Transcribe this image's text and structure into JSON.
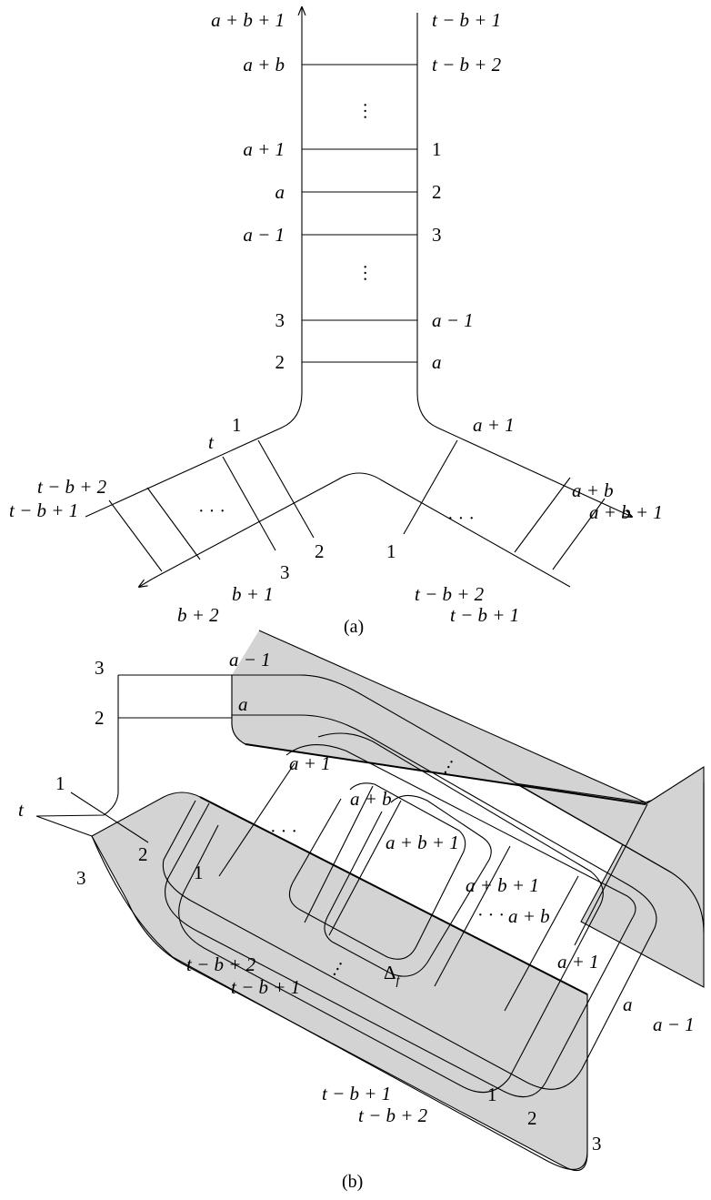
{
  "panel_a": {
    "caption": "(a)",
    "left_labels": [
      "a + b + 1",
      "a + b",
      "a + 1",
      "a",
      "a − 1",
      "3",
      "2"
    ],
    "right_labels": [
      "t − b + 1",
      "t − b + 2",
      "1",
      "2",
      "3",
      "a − 1",
      "a"
    ],
    "left_arm_labels": [
      "1",
      "t",
      "t − b + 2",
      "t − b + 1",
      "2",
      "3",
      "b + 1",
      "b + 2"
    ],
    "right_arm_labels": [
      "a + 1",
      "a + b",
      "a + b + 1",
      "1",
      "t − b + 2",
      "t − b + 1"
    ],
    "ellipsis": "· · ·"
  },
  "panel_b": {
    "caption": "(b)",
    "labels": {
      "l3": "3",
      "l2": "2",
      "am1_top": "a − 1",
      "a_top": "a",
      "l1": "1",
      "lt": "t",
      "l3b": "3",
      "l2b": "2",
      "l1b": "1",
      "ap1": "a + 1",
      "apb": "a + b",
      "apbp1": "a + b + 1",
      "apbp1_r": "a + b + 1",
      "apb_r": "a + b",
      "ap1_r": "a + 1",
      "a_r": "a",
      "am1_r": "a − 1",
      "tmbp2": "t − b + 2",
      "tmbp1": "t − b + 1",
      "tmbp1_b": "t − b + 1",
      "tmbp2_b": "t − b + 2",
      "one_b": "1",
      "two_b": "2",
      "three_b": "3",
      "delta": "Δ",
      "delta_sub": "f"
    },
    "ellipsis": "· · ·"
  },
  "colors": {
    "shade": "#d3d3d3",
    "stroke": "#000000"
  }
}
